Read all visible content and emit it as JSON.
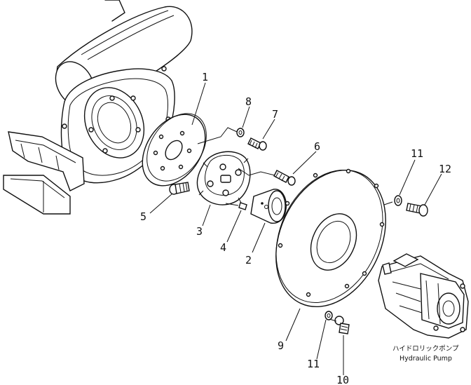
{
  "callouts": {
    "c1": "1",
    "c2": "2",
    "c3": "3",
    "c4": "4",
    "c5": "5",
    "c6": "6",
    "c7": "7",
    "c8": "8",
    "c9": "9",
    "c10": "10",
    "c11a": "11",
    "c11b": "11",
    "c12": "12"
  },
  "pump_label": {
    "jp": "ハイドロリックポンプ",
    "en": "Hydraulic Pump"
  }
}
